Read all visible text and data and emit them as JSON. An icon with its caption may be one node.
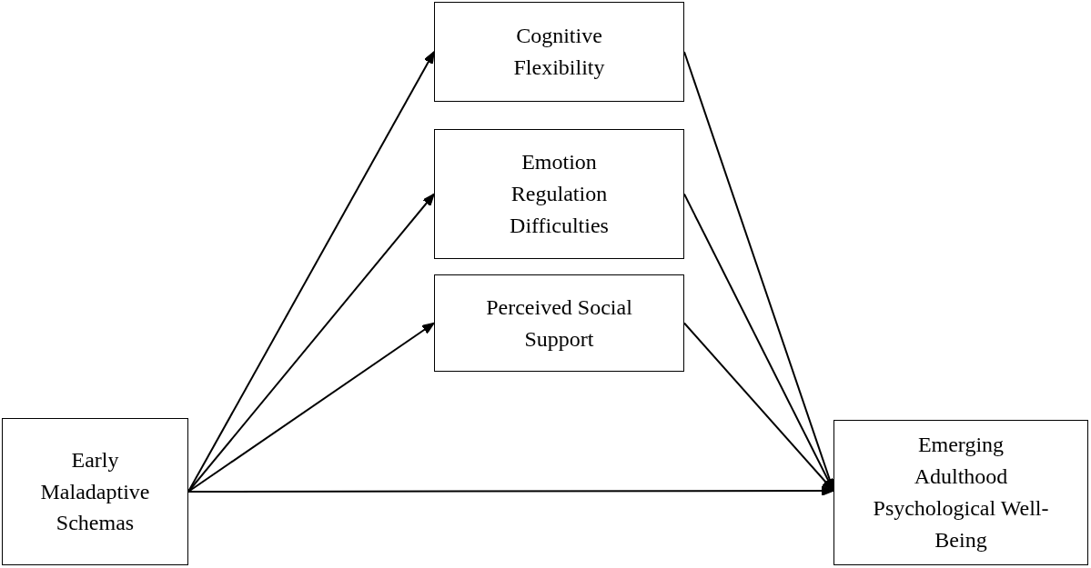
{
  "diagram": {
    "nodes": [
      {
        "text": [
          "Early Maladaptive Schemas"
        ]
      },
      {
        "text": [
          "Cognitive Flexibility"
        ]
      },
      {
        "text": [
          "Emotion Regulation Difficulties"
        ]
      },
      {
        "text": [
          "Perceived Social Support"
        ]
      },
      {
        "text": [
          "Emerging Adulthood Psychological Well-Being"
        ]
      }
    ],
    "edges": [
      {
        "from": 0,
        "to": 1,
        "arrow": "to"
      },
      {
        "from": 0,
        "to": 2,
        "arrow": "to"
      },
      {
        "from": 0,
        "to": 3,
        "arrow": "to"
      },
      {
        "from": 0,
        "to": 4,
        "arrow": "to"
      },
      {
        "from": 1,
        "to": 4,
        "arrow": "to"
      },
      {
        "from": 2,
        "to": 4,
        "arrow": "to"
      },
      {
        "from": 3,
        "to": 4,
        "arrow": "to"
      }
    ]
  }
}
